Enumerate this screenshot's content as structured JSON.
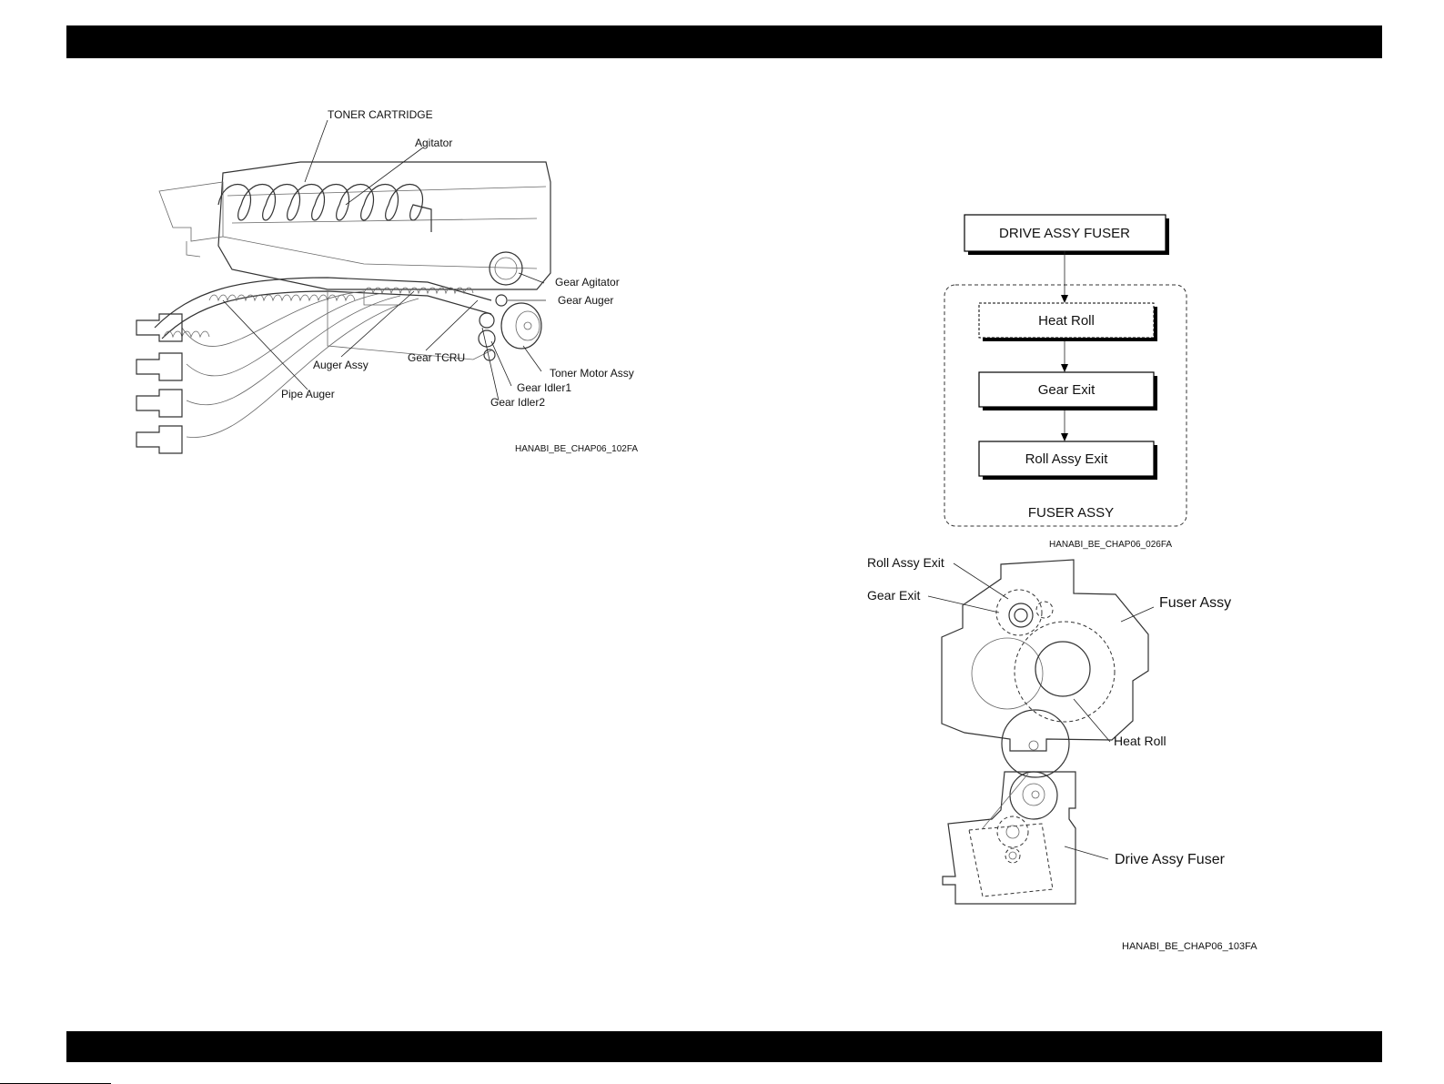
{
  "toner_figure": {
    "labels": {
      "toner_cartridge": "TONER CARTRIDGE",
      "agitator": "Agitator",
      "gear_agitator": "Gear Agitator",
      "gear_auger": "Gear Auger",
      "auger_assy": "Auger Assy",
      "gear_tcru": "Gear TCRU",
      "toner_motor_assy": "Toner Motor Assy",
      "gear_idler1": "Gear Idler1",
      "gear_idler2": "Gear Idler2",
      "pipe_auger": "Pipe Auger"
    },
    "figure_id": "HANABI_BE_CHAP06_102FA"
  },
  "flow_figure": {
    "top_box": "DRIVE ASSY FUSER",
    "boxes": [
      "Heat Roll",
      "Gear Exit",
      "Roll Assy Exit"
    ],
    "group_label": "FUSER ASSY",
    "figure_id": "HANABI_BE_CHAP06_026FA"
  },
  "fuser_figure": {
    "labels": {
      "roll_assy_exit": "Roll Assy Exit",
      "gear_exit": "Gear Exit",
      "fuser_assy": "Fuser Assy",
      "heat_roll": "Heat Roll",
      "drive_assy_fuser": "Drive Assy Fuser"
    },
    "figure_id": "HANABI_BE_CHAP06_103FA"
  }
}
